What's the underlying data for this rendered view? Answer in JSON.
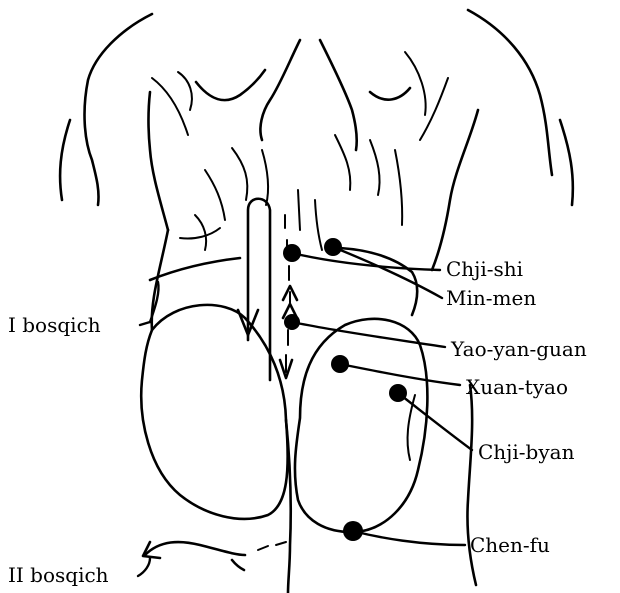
{
  "labels": {
    "chji_shi": "Chji-shi",
    "min_men": "Min-men",
    "yao_yan_guan": "Yao-yan-guan",
    "xuan_tyao": "Xuan-tyao",
    "chji_byan": "Chji-byan",
    "chen_fu": "Chen-fu",
    "stage_1": "I bosqich",
    "stage_2": "II bosqich"
  },
  "colors": {
    "ink": "#000000",
    "background": "#ffffff"
  }
}
